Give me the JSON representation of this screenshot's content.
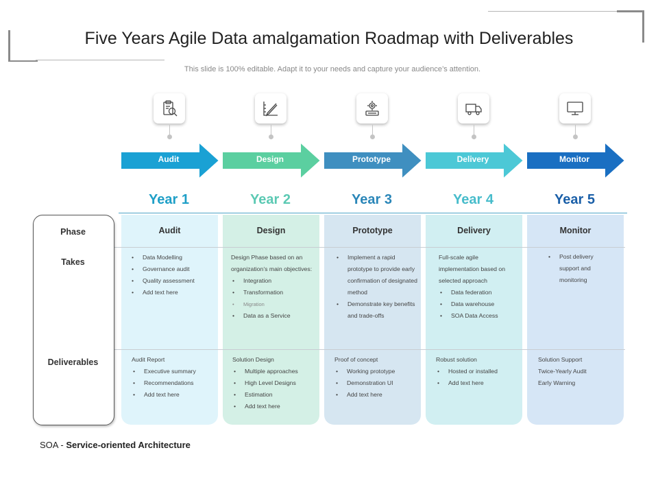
{
  "title": "Five Years Agile Data amalgamation Roadmap with Deliverables",
  "subtitle": "This slide is 100% editable. Adapt it to your needs and capture your audience’s attention.",
  "row_labels": {
    "phase": "Phase",
    "takes": "Takes",
    "deliverables": "Deliverables"
  },
  "columns": [
    {
      "arrow": "Audit",
      "year": "Year 1",
      "phase": "Audit",
      "icon": "audit-document-magnifier-icon",
      "arrow_color": "#1aa1d4",
      "year_color": "#1e9fc7",
      "bg_color": "#dff4fb",
      "takes_intro": "",
      "takes": [
        "Data Modelling",
        "Governance audit",
        "Quality assessment",
        "Add text here"
      ],
      "deliverables_title": "Audit Report",
      "deliverables": [
        "Executive summary",
        "Recommendations",
        "Add text here"
      ]
    },
    {
      "arrow": "Design",
      "year": "Year 2",
      "phase": "Design",
      "icon": "design-pencil-ruler-icon",
      "arrow_color": "#5bcfa0",
      "year_color": "#5bc9b3",
      "bg_color": "#d4f0e6",
      "takes_intro": "Design Phase based on an organization’s main objectives:",
      "takes": [
        "Integration",
        "Transformation",
        "Migration",
        "Data as a Service"
      ],
      "deliverables_title": "Solution Design",
      "deliverables": [
        "Multiple approaches",
        "High Level Designs",
        "Estimation",
        "Add text here"
      ]
    },
    {
      "arrow": "Prototype",
      "year": "Year 3",
      "phase": "Prototype",
      "icon": "prototype-gear-device-icon",
      "arrow_color": "#3f8fc0",
      "year_color": "#2a86b8",
      "bg_color": "#d6e6f1",
      "takes_intro": "",
      "takes": [
        "Implement a rapid prototype to provide early confirmation of designated method",
        "Demonstrate key benefits and trade-offs"
      ],
      "deliverables_title": "Proof of concept",
      "deliverables": [
        "Working prototype",
        "Demonstration UI",
        "Add text here"
      ]
    },
    {
      "arrow": "Delivery",
      "year": "Year 4",
      "phase": "Delivery",
      "icon": "delivery-truck-icon",
      "arrow_color": "#4cc8d6",
      "year_color": "#47bccb",
      "bg_color": "#d1eff2",
      "takes_intro": "Full-scale agile implementation based on selected approach",
      "takes": [
        "Data federation",
        "Data warehouse",
        "SOA Data Access"
      ],
      "deliverables_title": "Robust solution",
      "deliverables": [
        "Hosted or installed",
        "Add text here"
      ]
    },
    {
      "arrow": "Monitor",
      "year": "Year 5",
      "phase": "Monitor",
      "icon": "monitor-screen-icon",
      "arrow_color": "#1a6fc2",
      "year_color": "#1a5fa8",
      "bg_color": "#d6e6f6",
      "takes_intro": "",
      "takes": [
        "Post delivery support and monitoring"
      ],
      "deliverables_title": "Solution Support",
      "deliverables_plain": [
        "Twice-Yearly Audit",
        "Early Warning"
      ]
    }
  ],
  "footnote": {
    "abbr": "SOA -",
    "full": "Service-oriented Architecture"
  }
}
